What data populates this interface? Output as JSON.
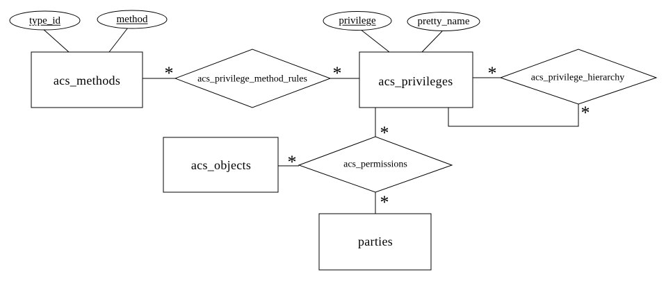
{
  "diagram": {
    "type": "entity-relationship",
    "background_color": "#ffffff",
    "line_color": "#000000",
    "entities": [
      {
        "label": "acs_methods"
      },
      {
        "label": "acs_privileges"
      },
      {
        "label": "acs_objects"
      },
      {
        "label": "parties"
      }
    ],
    "attributes": [
      {
        "label": "type_id",
        "attached_to": "acs_methods",
        "is_key": true
      },
      {
        "label": "method",
        "attached_to": "acs_methods",
        "is_key": true
      },
      {
        "label": "privilege",
        "attached_to": "acs_privileges",
        "is_key": true
      },
      {
        "label": "pretty_name",
        "attached_to": "acs_privileges",
        "is_key": false
      }
    ],
    "relationships": [
      {
        "label": "acs_privilege_method_rules",
        "connects": [
          "acs_methods",
          "acs_privileges"
        ]
      },
      {
        "label": "acs_privilege_hierarchy",
        "connects": [
          "acs_privileges",
          "acs_privileges"
        ]
      },
      {
        "label": "acs_permissions",
        "connects": [
          "acs_privileges",
          "acs_objects",
          "parties"
        ]
      }
    ],
    "cardinalities": [
      {
        "symbol": "*",
        "at": "acs_methods side of acs_privilege_method_rules"
      },
      {
        "symbol": "*",
        "at": "acs_privileges side of acs_privilege_method_rules"
      },
      {
        "symbol": "*",
        "at": "acs_privileges side of acs_privilege_hierarchy"
      },
      {
        "symbol": "*",
        "at": "child side of acs_privilege_hierarchy"
      },
      {
        "symbol": "*",
        "at": "acs_privileges side of acs_permissions"
      },
      {
        "symbol": "*",
        "at": "acs_objects side of acs_permissions"
      },
      {
        "symbol": "*",
        "at": "parties side of acs_permissions"
      }
    ]
  }
}
